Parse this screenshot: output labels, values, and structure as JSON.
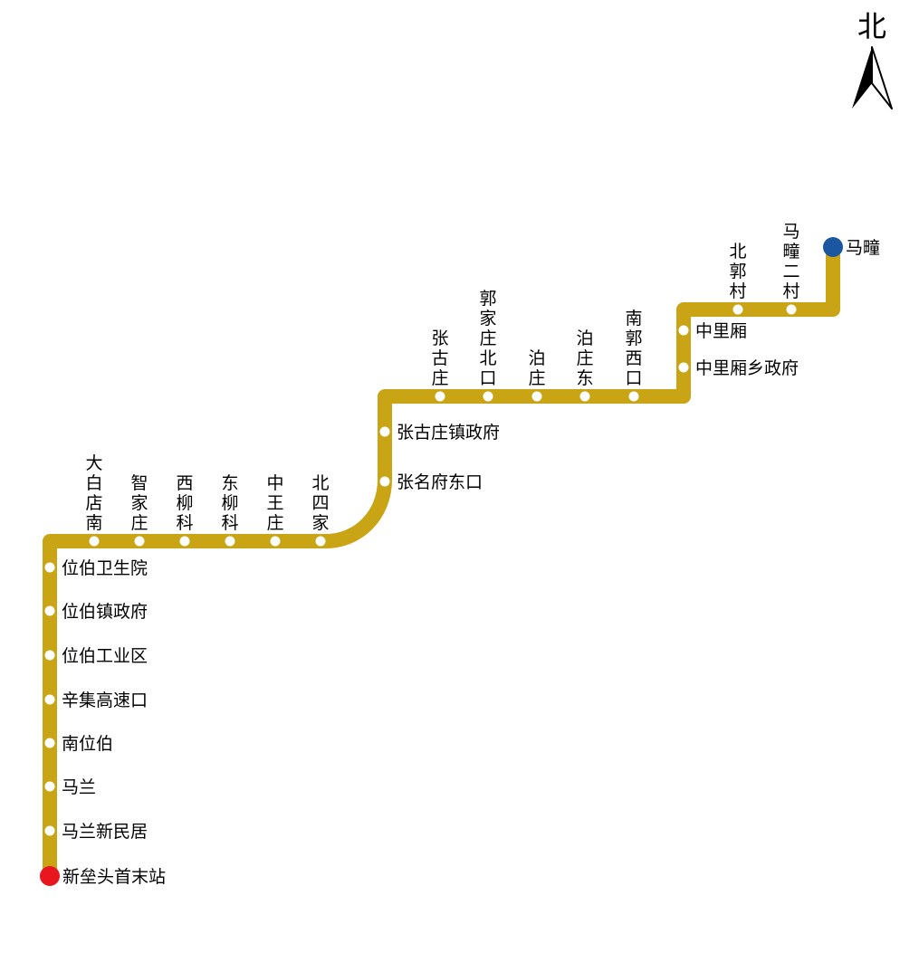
{
  "compass": {
    "label": "北"
  },
  "route": {
    "line_color": "#C9A414",
    "start_color": "#E8161E",
    "end_color": "#1B56A0"
  },
  "stations": [
    "新垒头首末站",
    "马兰新民居",
    "马兰",
    "南位伯",
    "辛集高速口",
    "位伯工业区",
    "位伯镇政府",
    "位伯卫生院",
    "大白店南",
    "智家庄",
    "西柳科",
    "东柳科",
    "中王庄",
    "北四家",
    "张名府东口",
    "张古庄镇政府",
    "张古庄",
    "郭家庄北口",
    "泊庄",
    "泊庄东",
    "南郭西口",
    "中里厢乡政府",
    "中里厢",
    "北郭村",
    "马疃二村",
    "马疃"
  ]
}
